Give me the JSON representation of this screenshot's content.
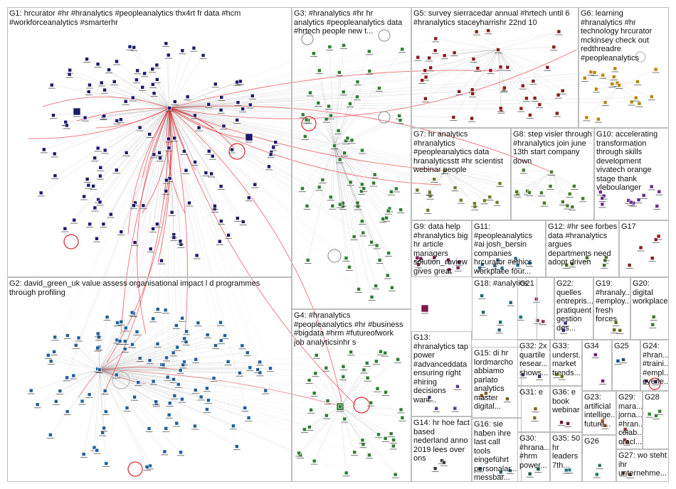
{
  "groups": [
    {
      "id": "G1",
      "label": "G1: hrcurator #hr #hranalytics #peopleanalytics thx4rt fr data #hcm\n#workforceanalytics #smarterhr"
    },
    {
      "id": "G2",
      "label": "G2: david_green_uk value assess organisational impact l d programmes\nthrough profiling"
    },
    {
      "id": "G3",
      "label": "G3: #hranalytics #hr hr\nanalytics #peopleanalytics data\n#hrtech people new t..."
    },
    {
      "id": "G4",
      "label": "G4: #hranalytics\n#peopleanalytics #hr #business\n#bigdata #hrm #futureofwork\njob analyticsinhr s"
    },
    {
      "id": "G5",
      "label": "G5: survey sierracedar annual #hrtech until 6\n#hranalytics staceyharrishr 22nd 10"
    },
    {
      "id": "G6",
      "label": "G6: learning\n#hranalytics #hr\ntechnology hrcurator\nmckinsey check out\nredthreadre\n#peopleanalytics"
    },
    {
      "id": "G7",
      "label": "G7: hr analytics\n#hranalytics\n#peopleanalytics data\nhranalyticsstt #hr scientist\nwebinar people"
    },
    {
      "id": "G8",
      "label": "G8: step visier through\n#hranalytics join june\n13th start company\ndown"
    },
    {
      "id": "G9",
      "label": "G9: data help\n#hranalytics big\nhr article\nmanagers\nsolution_review\ngives great"
    },
    {
      "id": "G10",
      "label": "G10: accelerating\ntransformation\nthrough skills\ndevelopment\nvivatech orange\nstage thank\nvleboulanger"
    },
    {
      "id": "G11",
      "label": "G11:\n#peopleanalytics\n#ai josh_bersin\ncompanies\nhrcurator #ethics\nworkplace four..."
    },
    {
      "id": "G12",
      "label": "G12: #hr see forbes\ndata #hranalytics\nargues\ndepartments need\nadopt driven"
    },
    {
      "id": "G13",
      "label": "G13:\n#hranalytics tap\npower\n#advanceddata\nensuring right\n#hiring\ndecisions want..."
    },
    {
      "id": "G14",
      "label": "G14: hr hoe fact\nbased\nnederland anno\n2019 lees over\nons"
    },
    {
      "id": "G15",
      "label": "G15: di hr\nlordmarcho\nabbiamo\nparlato\nanalytics\nmaster\ndigital..."
    },
    {
      "id": "G16",
      "label": "G16: sie\nhaben ihre\nlast call\ntools\neingeführt\npersonalar...\nmessbar..."
    },
    {
      "id": "G17",
      "label": "G17"
    },
    {
      "id": "G18",
      "label": "G18: #analytics"
    },
    {
      "id": "G19",
      "label": "G19: #hranaly...\n#employ...\nfresh\nforces"
    },
    {
      "id": "G20",
      "label": "G20: digital\nworkplace"
    },
    {
      "id": "G21",
      "label": "G21"
    },
    {
      "id": "G22",
      "label": "G22: quelles\nentrepris...\npratiquent\ngestion\ndes..."
    },
    {
      "id": "G23",
      "label": "G23:\nartificial\nintellige...\nfuture..."
    },
    {
      "id": "G24",
      "label": "G24:\n#hran...\n#traini...\n#empl...\neverle..."
    },
    {
      "id": "G25",
      "label": "G25"
    },
    {
      "id": "G26",
      "label": "G26"
    },
    {
      "id": "G27",
      "label": "G27: wo steht\nihr\nunternehme..."
    },
    {
      "id": "G28",
      "label": "G28"
    },
    {
      "id": "G29",
      "label": "G29:\nmara...\njorna...\n#hran...\ncolab...\noracl..."
    },
    {
      "id": "G30",
      "label": "G30:\n#hrana...\n#hrm\npower..."
    },
    {
      "id": "G31",
      "label": "G31: e"
    },
    {
      "id": "G32",
      "label": "G32: 2x\nquartile\nresear...\nshows..."
    },
    {
      "id": "G33",
      "label": "G33:\nunderst...\nmarket\ntrends..."
    },
    {
      "id": "G34",
      "label": "G34"
    },
    {
      "id": "G35",
      "label": "G35: 50\nhr\nleaders\n7th..."
    },
    {
      "id": "G36",
      "label": "G36: e\nbook\nwebinar"
    }
  ],
  "colors": {
    "edge": "#9e9e9e",
    "highlight_edge": "#e0242b",
    "panel_border": "#bdbdbd",
    "G1": "#1a1a6e",
    "G2": "#1f5f9e",
    "G3": "#2e7d32",
    "G4": "#2e7d32",
    "G5": "#8b1a1a",
    "G6": "#b8860b",
    "G7": "#6b7d2a",
    "G8": "#4a7a2a",
    "G9": "#7a1a4a",
    "G10": "#6a2a8a",
    "G11": "#2a6a8a",
    "G12": "#4a6a2a",
    "G13": "#5a3a8a",
    "G14": "#3a3a3a",
    "G15": "#8a5a1a",
    "G16": "#2a5a7a",
    "G17": "#8a1a1a",
    "G18": "#1a6a6a",
    "G19": "#6a6a1a",
    "G20": "#3a7a2a",
    "G21": "#8a2a5a",
    "G22": "#2a2a8a",
    "G23": "#a0522d",
    "G24": "#4a1a6a",
    "G25": "#1a4a8a",
    "G26": "#2a7a5a",
    "G27": "#6a4a2a",
    "G28": "#2a8a2a",
    "G29": "#8a3a3a",
    "G30": "#1a5a3a",
    "G31": "#7a6a1a",
    "G32": "#3a3a7a",
    "G33": "#5a7a1a",
    "G34": "#7a1a7a",
    "G35": "#1a7a7a",
    "G36": "#6a1a3a"
  }
}
